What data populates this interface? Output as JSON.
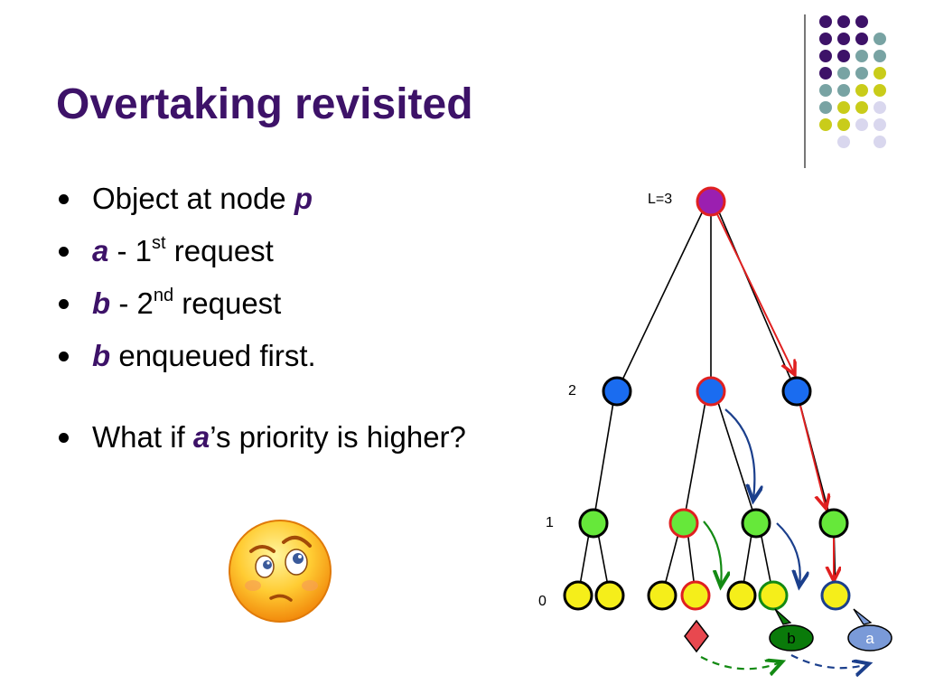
{
  "slide": {
    "title": "Overtaking revisited",
    "bullets": [
      {
        "parts": [
          {
            "t": "Object at node "
          },
          {
            "t": "p",
            "em": true
          }
        ]
      },
      {
        "parts": [
          {
            "t": "a",
            "em": true
          },
          {
            "t": " - 1"
          },
          {
            "t": "st",
            "sup": true
          },
          {
            "t": " request"
          }
        ]
      },
      {
        "parts": [
          {
            "t": "b",
            "em": true
          },
          {
            "t": " - 2"
          },
          {
            "t": "nd",
            "sup": true
          },
          {
            "t": " request"
          }
        ]
      },
      {
        "parts": [
          {
            "t": "b",
            "em": true
          },
          {
            "t": " enqueued first."
          }
        ]
      },
      {
        "parts": [
          {
            "t": "What if "
          },
          {
            "t": "a",
            "em": true
          },
          {
            "t": "’s priority is higher?"
          }
        ],
        "gap": true
      }
    ]
  },
  "tree": {
    "level_labels": {
      "root": "L=3",
      "l2": "2",
      "l1": "1",
      "l0": "0"
    },
    "queue_labels": {
      "b": "b",
      "a": "a"
    },
    "colors": {
      "level3": "#9b1fb0",
      "level2": "#1a6cf0",
      "level1": "#66e83a",
      "level0": "#f5ee1a",
      "path_red": "#e02020",
      "arrow_blue": "#1b3f8c",
      "arrow_green": "#138a13",
      "queue_b": "#0a7a0a",
      "queue_a": "#7a9ad8",
      "diamond": "#e8484f"
    }
  },
  "decor": {
    "colors": {
      "purple": "#3d1268",
      "teal": "#78a3a3",
      "yellow": "#c9cc1a",
      "lavender": "#d9d7ee"
    }
  },
  "icons": {
    "smiley": "puzzled-face-icon"
  }
}
